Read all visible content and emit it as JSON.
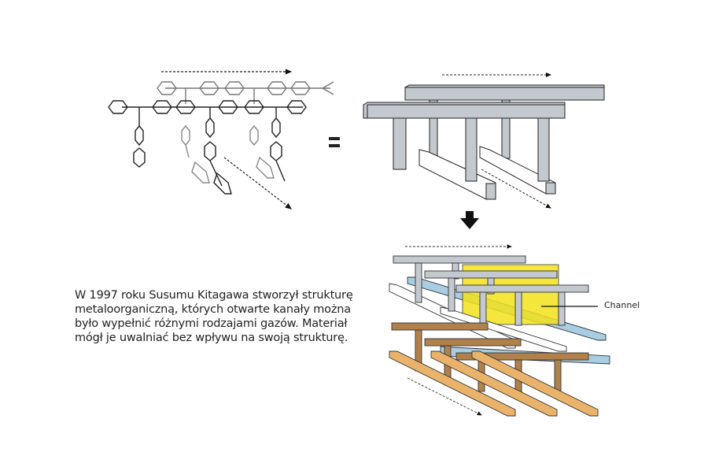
{
  "caption": {
    "lines": [
      "W 1997 roku Susumu Kitagawa stworzył strukturę",
      "metaloorganiczną, których otwarte kanały można",
      "było wypełnić różnymi rodzajami gazów. Materiał",
      "mógł je uwalniać bez wpływu na swoją strukturę."
    ]
  },
  "equals_sign": "=",
  "diagram": {
    "channel_label": "Channel",
    "colors": {
      "gray_beam": "#c3c9cf",
      "blue_beam": "#a9cde3",
      "brown_beam": "#b0814a",
      "orange_beam": "#e9b36b",
      "channel_fill": "#f3e21c",
      "outline": "#222222"
    }
  }
}
